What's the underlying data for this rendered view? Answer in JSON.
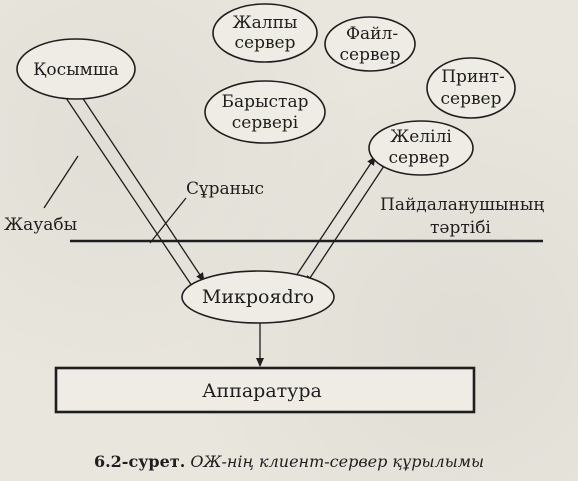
{
  "diagram": {
    "nodes": {
      "kosymsha": "Қосымша",
      "zhalpy_server": [
        "Жалпы",
        "сервер"
      ],
      "fail_server": [
        "Файл-",
        "сервер"
      ],
      "barystar_serveri": [
        "Барыстар",
        "сервері"
      ],
      "print_server": [
        "Принт-",
        "сервер"
      ],
      "zhelili_server": [
        "Желілі",
        "сервер"
      ],
      "mikroyadro": "Микрояdro",
      "apparatura": "Аппаратура"
    },
    "labels": {
      "suranys": "Сұраныс",
      "zhauaby": "Жауабы",
      "paidalanushy": [
        "Пайдаланушының",
        "тәртібі"
      ]
    }
  },
  "caption": {
    "number": "6.2-сурет.",
    "text": "ОЖ-нің клиент-сервер құрылымы"
  }
}
